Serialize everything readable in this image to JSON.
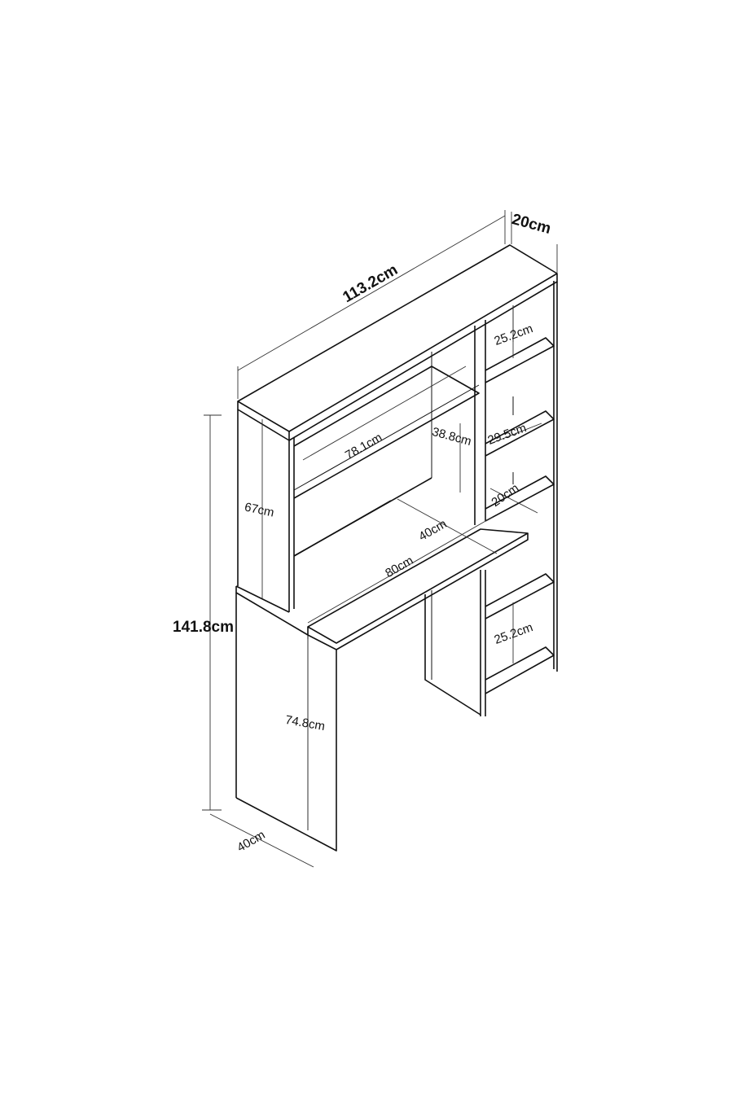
{
  "dimensions": {
    "total_width": "113.2cm",
    "depth_top": "20cm",
    "total_height": "141.8cm",
    "hutch_height": "67cm",
    "inner_shelf_width": "78.1cm",
    "inner_shelf_height": "38.8cm",
    "desk_depth": "40cm",
    "desk_width": "80cm",
    "shelf_top": "25.2cm",
    "shelf_middle": "29.5cm",
    "shelf_depth": "20cm",
    "shelf_bottom": "25.2cm",
    "desk_height": "74.8cm",
    "leg_depth": "40cm"
  },
  "colors": {
    "line": "#111111",
    "dim_line": "#333333",
    "background": "#ffffff"
  }
}
